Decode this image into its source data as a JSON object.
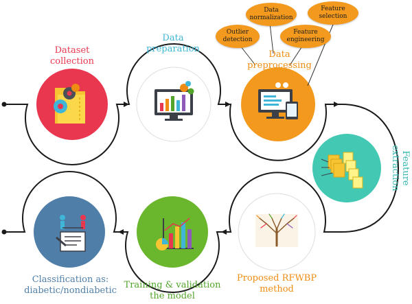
{
  "stages": {
    "dataset": {
      "label": "Dataset\ncollection",
      "color": "#e8374f"
    },
    "prep": {
      "label": "Data\npreparation",
      "color": "#3fb6d8"
    },
    "preprocess": {
      "label": "Data\npreprocessing",
      "color": "#f08c12"
    },
    "feature": {
      "label": "Feature\nextraction",
      "color": "#35b8b0"
    },
    "rfwbp": {
      "label": "Proposed RFWBP\nmethod",
      "color": "#f08c12"
    },
    "training": {
      "label": "Training & validation\nthe model",
      "color": "#52a52a"
    },
    "classify": {
      "label": "Classification as:\ndiabetic/nondiabetic",
      "color": "#4f7fa8"
    }
  },
  "bubbles": {
    "outlier": "Outlier\ndetection",
    "normalization": "Data\nnormalization",
    "engineering": "Feature\nengineering",
    "selection": "Feature\nselection"
  }
}
